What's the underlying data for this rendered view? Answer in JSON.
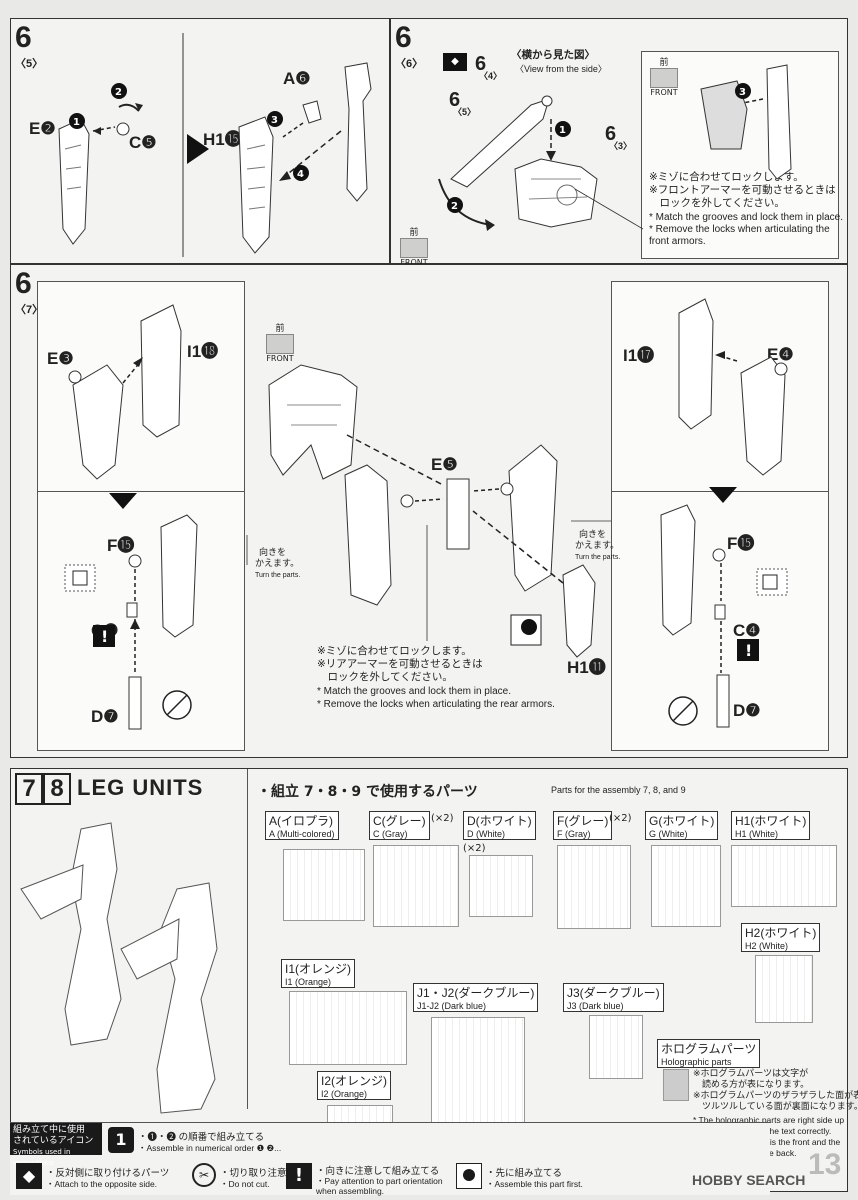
{
  "step6_5": {
    "num": "6",
    "sub": "〈5〉",
    "labels": {
      "e2": "E❷",
      "c5": "C❺",
      "a6": "A❻",
      "h1": "H1⓯"
    }
  },
  "step6_6": {
    "num": "6",
    "sub": "〈6〉",
    "view": "〈横から見た図〉",
    "view_en": "〈View from the side〉",
    "ref_a": "6",
    "ref_a_sub": "〈4〉",
    "ref_b": "6",
    "ref_b_sub": "〈5〉",
    "ref_c": "6",
    "ref_c_sub": "〈3〉",
    "front_jp": "前",
    "front_en": "FRONT",
    "notes_jp": [
      "※ミゾに合わせてロックします。",
      "※フロントアーマーを可動させるときは",
      "　ロックを外してください。"
    ],
    "notes_en": [
      "* Match the grooves and lock them in place.",
      "* Remove the locks when articulating the",
      "  front armors."
    ]
  },
  "step6_7": {
    "num": "6",
    "sub": "〈7〉",
    "labels": {
      "e3": "E❸",
      "i18": "I1⓲",
      "i17": "I1⓱",
      "e4": "E❹",
      "e5": "E❺",
      "f15a": "F⓯",
      "f15b": "F⓯",
      "c4a": "C❹",
      "c4b": "C❹",
      "d7a": "D❼",
      "d7b": "D❼",
      "h11": "H1⓫"
    },
    "front_jp": "前",
    "front_en": "FRONT",
    "turn_jp": [
      "向きを",
      "かえます。"
    ],
    "turn_en": "Turn the parts.",
    "notes_jp": [
      "※ミゾに合わせてロックします。",
      "※リアアーマーを可動させるときは",
      "　ロックを外してください。"
    ],
    "notes_en": [
      "* Match the grooves and lock them in place.",
      "* Remove the locks when articulating the rear armors."
    ]
  },
  "leg": {
    "step_a": "7",
    "step_b": "8",
    "title": "LEG UNITS",
    "parts_header_jp": "・組立 7・8・9 で使用するパーツ",
    "parts_header_en": "Parts for the assembly 7, 8, and 9",
    "runners": [
      {
        "jp": "A(イロプラ)",
        "en": "A (Multi-colored)",
        "qty": ""
      },
      {
        "jp": "C(グレー)",
        "en": "C (Gray)",
        "qty": "(×2)"
      },
      {
        "jp": "D(ホワイト)",
        "en": "D (White)",
        "qty": "(×2)"
      },
      {
        "jp": "F(グレー)",
        "en": "F (Gray)",
        "qty": "(×2)"
      },
      {
        "jp": "G(ホワイト)",
        "en": "G (White)",
        "qty": ""
      },
      {
        "jp": "H1(ホワイト)",
        "en": "H1 (White)",
        "qty": ""
      },
      {
        "jp": "H2(ホワイト)",
        "en": "H2 (White)",
        "qty": ""
      },
      {
        "jp": "I1(オレンジ)",
        "en": "I1 (Orange)",
        "qty": ""
      },
      {
        "jp": "J1・J2(ダークブルー)",
        "en": "J1-J2 (Dark blue)",
        "qty": ""
      },
      {
        "jp": "J3(ダークブルー)",
        "en": "J3 (Dark blue)",
        "qty": ""
      },
      {
        "jp": "I2(オレンジ)",
        "en": "I2 (Orange)",
        "qty": ""
      },
      {
        "jp": "ホログラムパーツ",
        "en": "Holographic parts",
        "qty": ""
      }
    ],
    "holo_jp": [
      "※ホログラムパーツは文字が",
      "　読める方が表になります。",
      "※ホログラムパーツのザラザラした面が表面、",
      "　ツルツルしている面が裏面になります。"
    ],
    "holo_en": [
      "* The holographic parts are right side up",
      "  when you can read the text correctly.",
      "* The rough surface is the front and the",
      "  smooth surface is the back."
    ]
  },
  "legend": {
    "title_jp": [
      "組み立て中に使用",
      "されているアイコン"
    ],
    "title_en": "Symbols used in instructions",
    "order_jp": "・❶・❷ の順番で組み立てる",
    "order_en": "・Assemble in numerical order ❶ ❷...",
    "opposite_jp": "・反対側に取り付けるパーツ",
    "opposite_en": "・Attach to the opposite side.",
    "nocut_jp": "・切り取り注意",
    "nocut_en": "・Do not cut.",
    "orient_jp": "・向きに注意して組み立てる",
    "orient_en": "・Pay attention to part orientation when assembling.",
    "first_jp": "・先に組み立てる",
    "first_en": "・Assemble this part first."
  },
  "page_number": "13",
  "watermark": "HOBBY SEARCH"
}
